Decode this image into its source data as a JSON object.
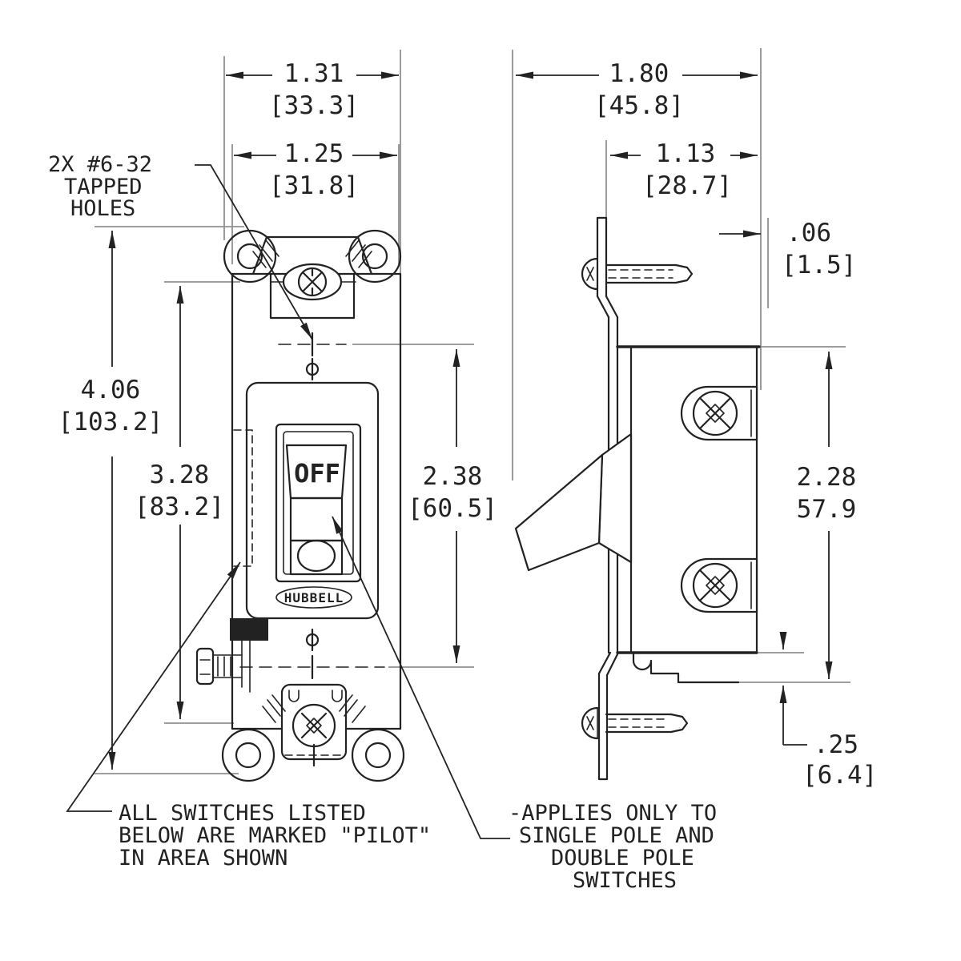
{
  "drawing": {
    "background_color": "#ffffff",
    "line_color": "#222222",
    "extension_line_color": "#909090",
    "labels": {
      "tapped_holes": {
        "lines": [
          "2X #6-32",
          "TAPPED",
          "HOLES"
        ]
      },
      "toggle_state": "OFF",
      "brand": "HUBBELL"
    },
    "dimensions": {
      "front_overall_width": {
        "inches": "1.31",
        "metric": "[33.3]"
      },
      "front_mounting_width": {
        "inches": "1.25",
        "metric": "[31.8]"
      },
      "front_strap_height": {
        "inches": "4.06",
        "metric": "[103.2]"
      },
      "front_body_height": {
        "inches": "3.28",
        "metric": "[83.2]"
      },
      "front_hole_span": {
        "inches": "2.38",
        "metric": "[60.5]"
      },
      "side_overall_depth": {
        "inches": "1.80",
        "metric": "[45.8]"
      },
      "side_body_depth": {
        "inches": "1.13",
        "metric": "[28.7]"
      },
      "side_strap_thickness": {
        "inches": ".06",
        "metric": "[1.5]"
      },
      "side_terminal_span": {
        "inches": "2.28",
        "metric": "57.9"
      },
      "side_strap_offset": {
        "inches": ".25",
        "metric": "[6.4]"
      }
    },
    "notes": {
      "pilot": {
        "lines": [
          "ALL SWITCHES LISTED",
          "BELOW ARE MARKED \"PILOT\"",
          "IN AREA SHOWN"
        ]
      },
      "poles": {
        "lines": [
          "-APPLIES ONLY TO",
          "SINGLE POLE AND",
          "DOUBLE POLE",
          "SWITCHES"
        ]
      }
    }
  }
}
